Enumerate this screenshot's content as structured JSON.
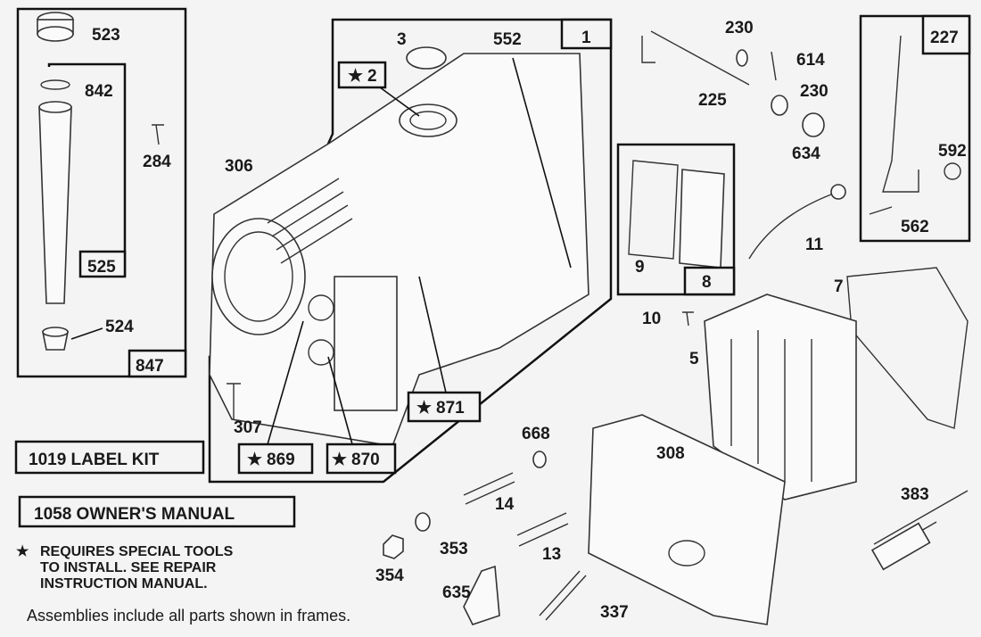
{
  "part_numbers": [
    "523",
    "842",
    "284",
    "525",
    "524",
    "847",
    "306",
    "3",
    "552",
    "1",
    "307",
    "230",
    "614",
    "230",
    "225",
    "634",
    "227",
    "592",
    "562",
    "9",
    "8",
    "11",
    "7",
    "10",
    "5",
    "308",
    "668",
    "14",
    "13",
    "353",
    "354",
    "635",
    "337",
    "383"
  ],
  "starred_parts": [
    "2",
    "871",
    "869",
    "870"
  ],
  "kits": {
    "label_kit": "1019 LABEL KIT",
    "owners_manual": "1058 OWNER'S MANUAL"
  },
  "notes": {
    "star_symbol": "★",
    "special_tools": [
      "REQUIRES SPECIAL TOOLS",
      "TO INSTALL.  SEE REPAIR",
      "INSTRUCTION MANUAL."
    ],
    "assemblies": "Assemblies include all parts shown in frames."
  },
  "colors": {
    "background": "#f4f4f4",
    "ink": "#111111"
  }
}
